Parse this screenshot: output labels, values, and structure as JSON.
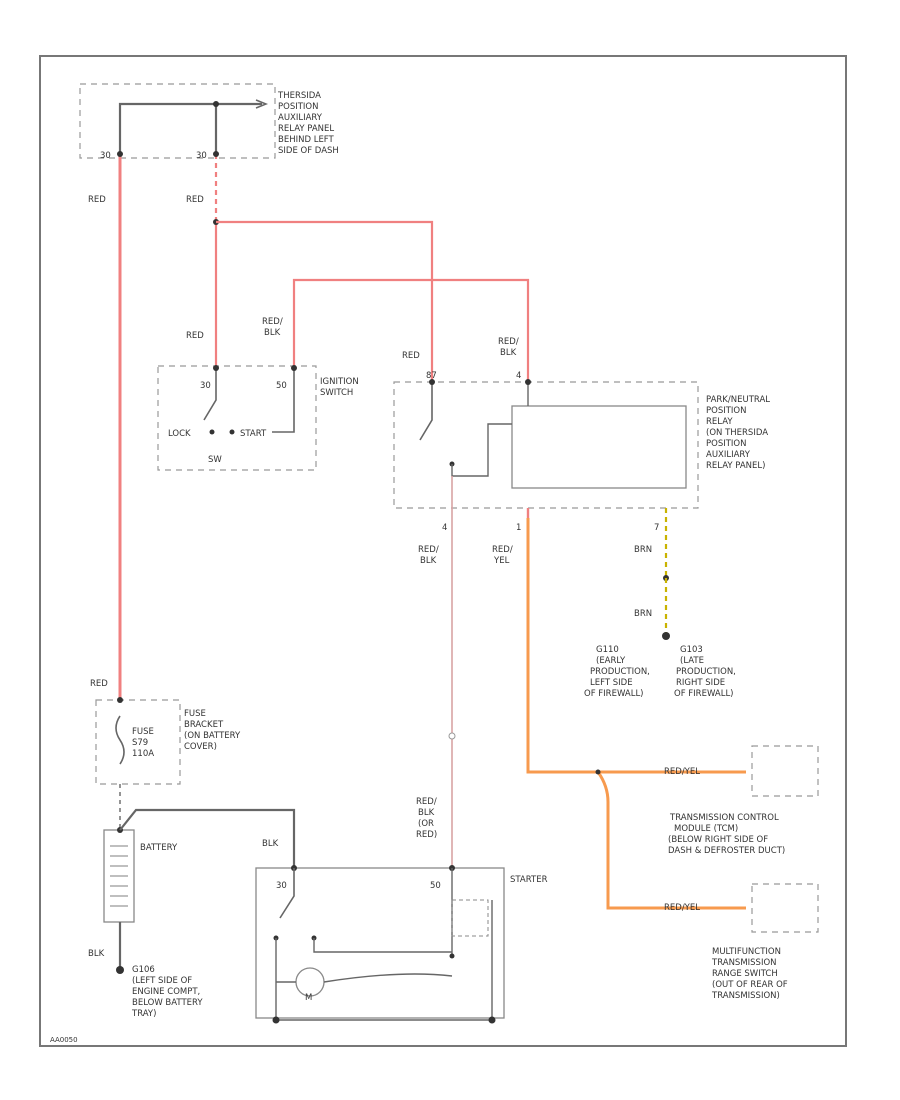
{
  "labels": {
    "relay_panel_top": [
      "THERSIDA",
      "POSITION",
      "AUXILIARY",
      "RELAY PANEL",
      "BEHIND LEFT",
      "SIDE OF DASH"
    ],
    "ignition_switch": [
      "IGNITION",
      "SWITCH"
    ],
    "pn_relay": [
      "PARK/NEUTRAL",
      "POSITION",
      "RELAY",
      "(ON THERSIDA",
      "POSITION",
      "AUXILIARY",
      "RELAY PANEL)"
    ],
    "fuse_bracket": [
      "FUSE",
      "BRACKET",
      "(ON BATTERY",
      "COVER)"
    ],
    "fuse_name": [
      "FUSE",
      "S79",
      "110A"
    ],
    "battery": "BATTERY",
    "starter": "STARTER",
    "ground_g110": [
      "G110",
      "(EARLY",
      "PRODUCTION,",
      "LEFT SIDE",
      "OF FIREWALL)"
    ],
    "ground_g103": [
      "G103",
      "(LATE",
      "PRODUCTION,",
      "RIGHT SIDE",
      "OF FIREWALL)"
    ],
    "ground_g106": [
      "G106",
      "(LEFT SIDE OF",
      "ENGINE COMPT,",
      "BELOW BATTERY",
      "TRAY)"
    ],
    "tcm": [
      "TRANSMISSION CONTROL",
      "MODULE (TCM)",
      "(BELOW RIGHT SIDE OF",
      "DASH & DEFROSTER DUCT)"
    ],
    "mfrs": [
      "MULTIFUNCTION",
      "TRANSMISSION",
      "RANGE SWITCH",
      "(OUT OF REAR OF",
      "TRANSMISSION)"
    ],
    "lock": "LOCK",
    "start": "START",
    "pos_30": "30",
    "pos_50": "50",
    "pin_30": "30",
    "pin_50": "50",
    "pin_87": "87",
    "pin_4": "4",
    "pin_1": "1",
    "pin_7": "7",
    "pin_4b": "4",
    "m_label": "M",
    "sw_label": "SW",
    "pin_30a": "30",
    "pin_30b": "30",
    "wire_red_1": "RED",
    "wire_red_2": "RED",
    "wire_red_3": "RED",
    "wire_red_4": "RED",
    "wire_redblk_1": [
      "RED/",
      "BLK"
    ],
    "wire_redblk_2": [
      "RED/",
      "BLK"
    ],
    "wire_redblk_3": [
      "RED/",
      "BLK"
    ],
    "wire_redyel": [
      "RED/",
      "YEL"
    ],
    "wire_redblk_or": [
      "RED/",
      "BLK",
      "(OR",
      "RED)"
    ],
    "wire_brn_1": "BRN",
    "wire_brn_2": "BRN",
    "wire_blk_1": "BLK",
    "wire_blk_2": "BLK",
    "wire_redyel_tcm": "RED/YEL",
    "wire_redyel_mfrs": "RED/YEL",
    "footer": "AA0050"
  },
  "colors": {
    "red_wire": "#f08080",
    "orange_wire": "#f79a4e",
    "brown_wire": "#c9b300",
    "gray_wire": "#666666"
  }
}
